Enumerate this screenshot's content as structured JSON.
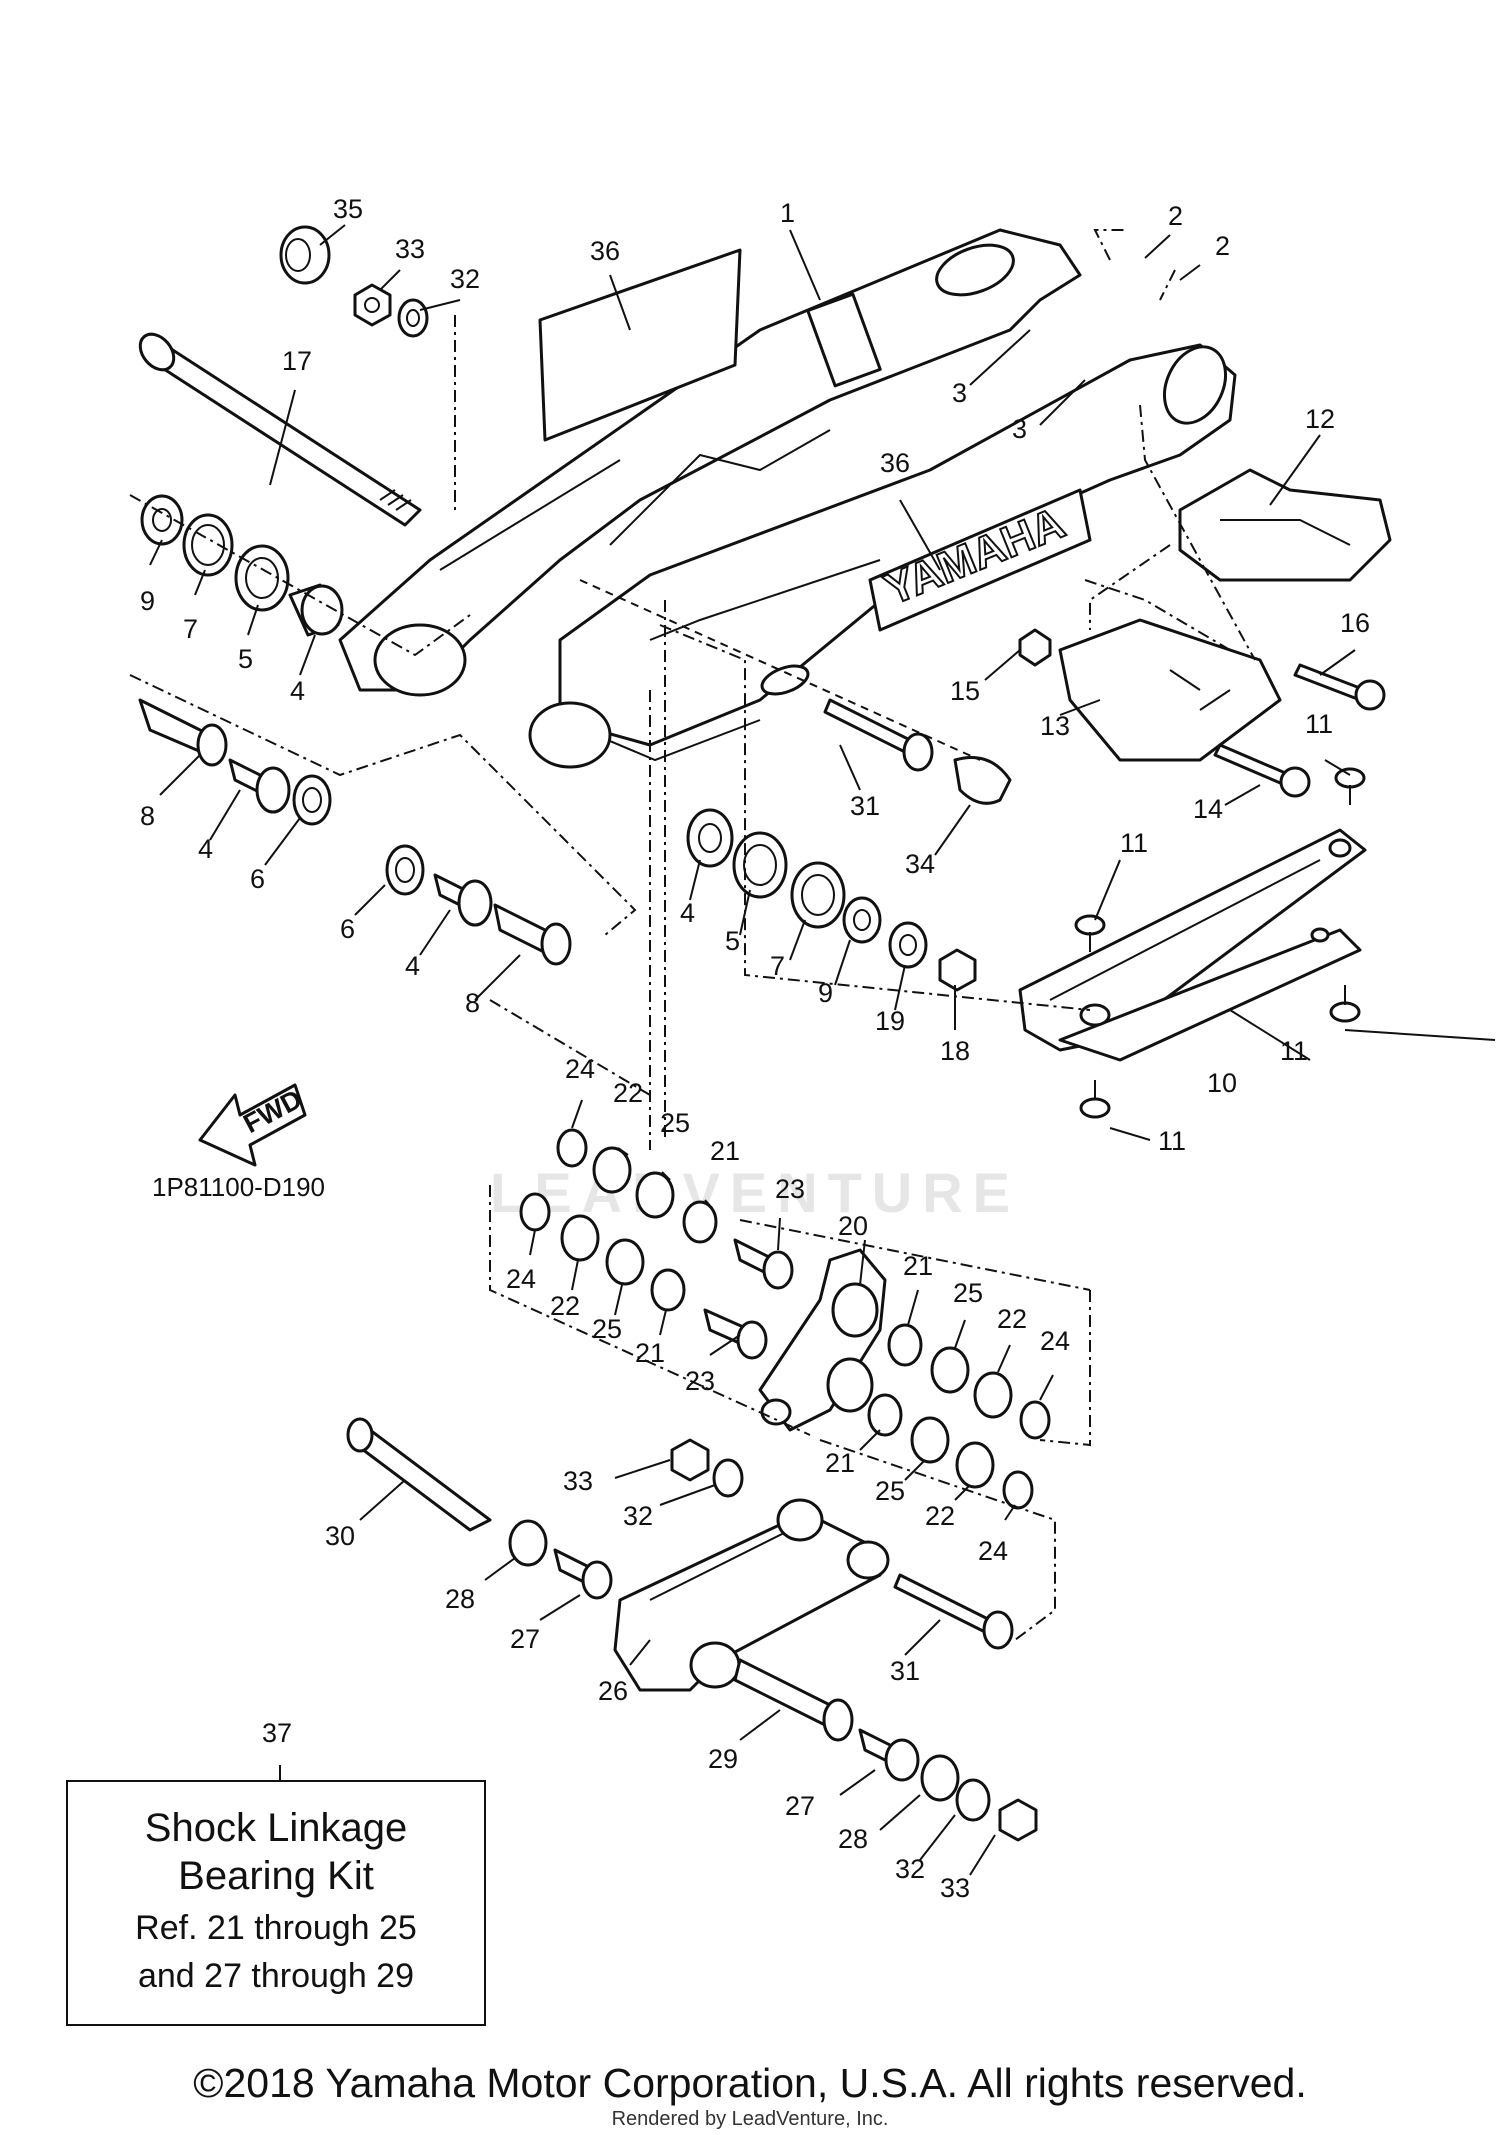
{
  "diagram": {
    "code": "1P81100-D190",
    "fwd_label": "FWD",
    "brand_label": "YAMAHA",
    "watermark": "LEADVENTURE",
    "callouts": [
      {
        "id": "c35",
        "label": "35"
      },
      {
        "id": "c33a",
        "label": "33"
      },
      {
        "id": "c32a",
        "label": "32"
      },
      {
        "id": "c36a",
        "label": "36"
      },
      {
        "id": "c1",
        "label": "1"
      },
      {
        "id": "c2a",
        "label": "2"
      },
      {
        "id": "c2b",
        "label": "2"
      },
      {
        "id": "c3a",
        "label": "3"
      },
      {
        "id": "c3b",
        "label": "3"
      },
      {
        "id": "c17",
        "label": "17"
      },
      {
        "id": "c36b",
        "label": "36"
      },
      {
        "id": "c12",
        "label": "12"
      },
      {
        "id": "c9a",
        "label": "9"
      },
      {
        "id": "c7a",
        "label": "7"
      },
      {
        "id": "c5a",
        "label": "5"
      },
      {
        "id": "c4a",
        "label": "4"
      },
      {
        "id": "c16",
        "label": "16"
      },
      {
        "id": "c15",
        "label": "15"
      },
      {
        "id": "c13",
        "label": "13"
      },
      {
        "id": "c11a",
        "label": "11"
      },
      {
        "id": "c8a",
        "label": "8"
      },
      {
        "id": "c4b",
        "label": "4"
      },
      {
        "id": "c6a",
        "label": "6"
      },
      {
        "id": "c31a",
        "label": "31"
      },
      {
        "id": "c14",
        "label": "14"
      },
      {
        "id": "c34",
        "label": "34"
      },
      {
        "id": "c11b",
        "label": "11"
      },
      {
        "id": "c6b",
        "label": "6"
      },
      {
        "id": "c4c",
        "label": "4"
      },
      {
        "id": "c8b",
        "label": "8"
      },
      {
        "id": "c4d",
        "label": "4"
      },
      {
        "id": "c5b",
        "label": "5"
      },
      {
        "id": "c7b",
        "label": "7"
      },
      {
        "id": "c9b",
        "label": "9"
      },
      {
        "id": "c19",
        "label": "19"
      },
      {
        "id": "c18",
        "label": "18"
      },
      {
        "id": "c11c",
        "label": "11"
      },
      {
        "id": "c10",
        "label": "10"
      },
      {
        "id": "c11d",
        "label": "11"
      },
      {
        "id": "c24a",
        "label": "24"
      },
      {
        "id": "c22a",
        "label": "22"
      },
      {
        "id": "c25a",
        "label": "25"
      },
      {
        "id": "c21a",
        "label": "21"
      },
      {
        "id": "c23a",
        "label": "23"
      },
      {
        "id": "c20",
        "label": "20"
      },
      {
        "id": "c24b",
        "label": "24"
      },
      {
        "id": "c22b",
        "label": "22"
      },
      {
        "id": "c25b",
        "label": "25"
      },
      {
        "id": "c21b",
        "label": "21"
      },
      {
        "id": "c23b",
        "label": "23"
      },
      {
        "id": "c21c",
        "label": "21"
      },
      {
        "id": "c25c",
        "label": "25"
      },
      {
        "id": "c22c",
        "label": "22"
      },
      {
        "id": "c24c",
        "label": "24"
      },
      {
        "id": "c21d",
        "label": "21"
      },
      {
        "id": "c25d",
        "label": "25"
      },
      {
        "id": "c22d",
        "label": "22"
      },
      {
        "id": "c24d",
        "label": "24"
      },
      {
        "id": "c33b",
        "label": "33"
      },
      {
        "id": "c32b",
        "label": "32"
      },
      {
        "id": "c30",
        "label": "30"
      },
      {
        "id": "c28a",
        "label": "28"
      },
      {
        "id": "c27a",
        "label": "27"
      },
      {
        "id": "c26",
        "label": "26"
      },
      {
        "id": "c31b",
        "label": "31"
      },
      {
        "id": "c29",
        "label": "29"
      },
      {
        "id": "c37",
        "label": "37"
      },
      {
        "id": "c27b",
        "label": "27"
      },
      {
        "id": "c28b",
        "label": "28"
      },
      {
        "id": "c32c",
        "label": "32"
      },
      {
        "id": "c33c",
        "label": "33"
      }
    ]
  },
  "kit_box": {
    "line1": "Shock Linkage",
    "line2": "Bearing Kit",
    "line3": "Ref. 21 through 25",
    "line4": "and 27 through 29"
  },
  "footer": {
    "copyright": "©2018 Yamaha Motor Corporation, U.S.A. All rights reserved.",
    "render_credit": "Rendered by LeadVenture, Inc."
  }
}
